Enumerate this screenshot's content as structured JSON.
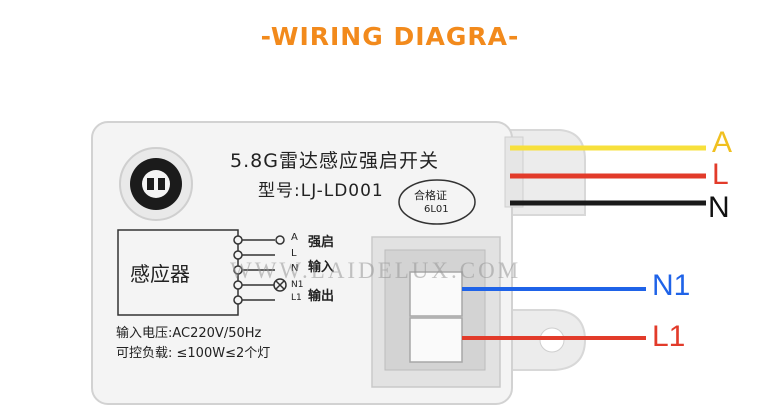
{
  "title": "-WIRING DIAGRA-",
  "colors": {
    "title": "#f28a1c",
    "wire_yellow": "#f7e03c",
    "wire_red": "#e23b2a",
    "wire_black": "#1a1a1a",
    "wire_blue": "#1f63e8",
    "label_A": "#f0c020",
    "label_L": "#e23b2a",
    "label_N": "#111111",
    "label_N1": "#1f63e8",
    "label_L1": "#e23b2a"
  },
  "wires": [
    {
      "label": "A",
      "color": "wire_yellow"
    },
    {
      "label": "L",
      "color": "wire_red"
    },
    {
      "label": "N",
      "color": "wire_black"
    },
    {
      "label": "N1",
      "color": "wire_blue"
    },
    {
      "label": "L1",
      "color": "wire_red"
    }
  ],
  "module": {
    "product_name": "5.8G雷达感应强启开关",
    "model": "型号:LJ-LD001",
    "cert_line1": "合格证",
    "cert_line2": "6L01",
    "box_label": "感应器",
    "terminals": [
      "A",
      "L",
      "N",
      "N1",
      "L1"
    ],
    "functions": [
      "强启",
      "输入",
      "输出"
    ],
    "input_voltage": "输入电压:AC220V/50Hz",
    "load": "可控负载: ≤100W≤2个灯"
  },
  "watermark": "WWW.LAIDELUX.COM"
}
